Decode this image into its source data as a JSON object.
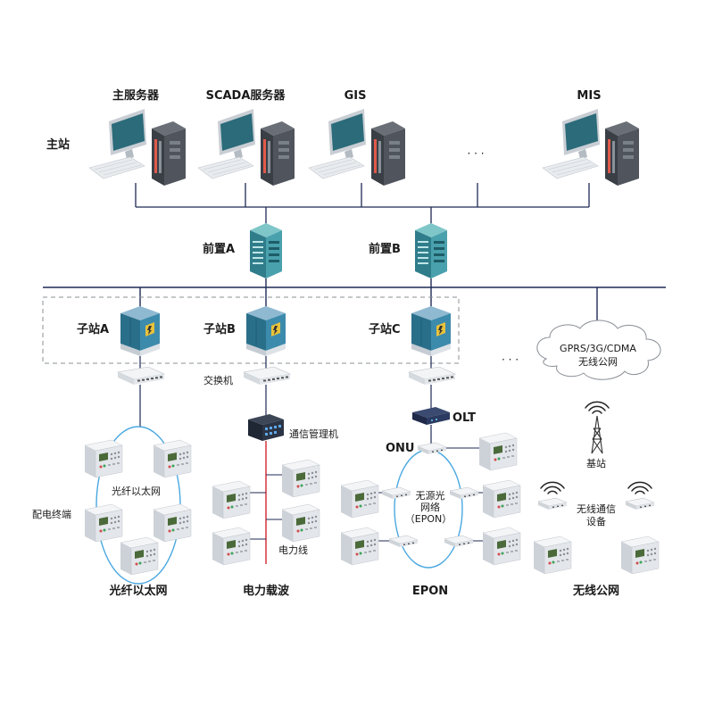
{
  "master_station": "主站",
  "servers": {
    "main": "主服务器",
    "scada": "SCADA服务器",
    "gis": "GIS",
    "mis": "MIS",
    "ellipsis": "· · ·"
  },
  "front_ends": {
    "a": "前置A",
    "b": "前置B"
  },
  "substations": {
    "a": "子站A",
    "b": "子站B",
    "c": "子站C",
    "ellipsis": "· · ·"
  },
  "wireless_cloud": {
    "line1": "GPRS/3G/CDMA",
    "line2": "无线公网"
  },
  "devices": {
    "switch": "交换机",
    "comm_manager": "通信管理机",
    "olt": "OLT",
    "onu": "ONU",
    "base_station": "基站",
    "power_line": "电力线",
    "distribution_terminal": "配电终端"
  },
  "ring_labels": {
    "fiber_ring": "光纤以太网",
    "pon_line1": "无源光",
    "pon_line2": "网络",
    "pon_line3": "（EPON）"
  },
  "wireless_device": {
    "line1": "无线通信",
    "line2": "设备"
  },
  "bottom_labels": {
    "fiber": "光纤以太网",
    "plc": "电力载波",
    "epon": "EPON",
    "wireless": "无线公网"
  },
  "colors": {
    "bus_line": "#1f2a55",
    "fiber_ring": "#4aa8e0",
    "power_line": "#d8404a",
    "server_tower": "#3a3f46",
    "monitor_screen": "#2b6b7a",
    "cabinet": "#2a6f8a",
    "terminal_body": "#e3e6ea"
  },
  "icons": {
    "pc": "desktop-computer-icon",
    "rack": "server-rack-icon",
    "substation": "substation-cabinet-icon",
    "switch": "network-switch-icon",
    "terminal": "ftu-terminal-icon",
    "antenna": "antenna-tower-icon",
    "wifi": "wireless-signal-icon"
  }
}
